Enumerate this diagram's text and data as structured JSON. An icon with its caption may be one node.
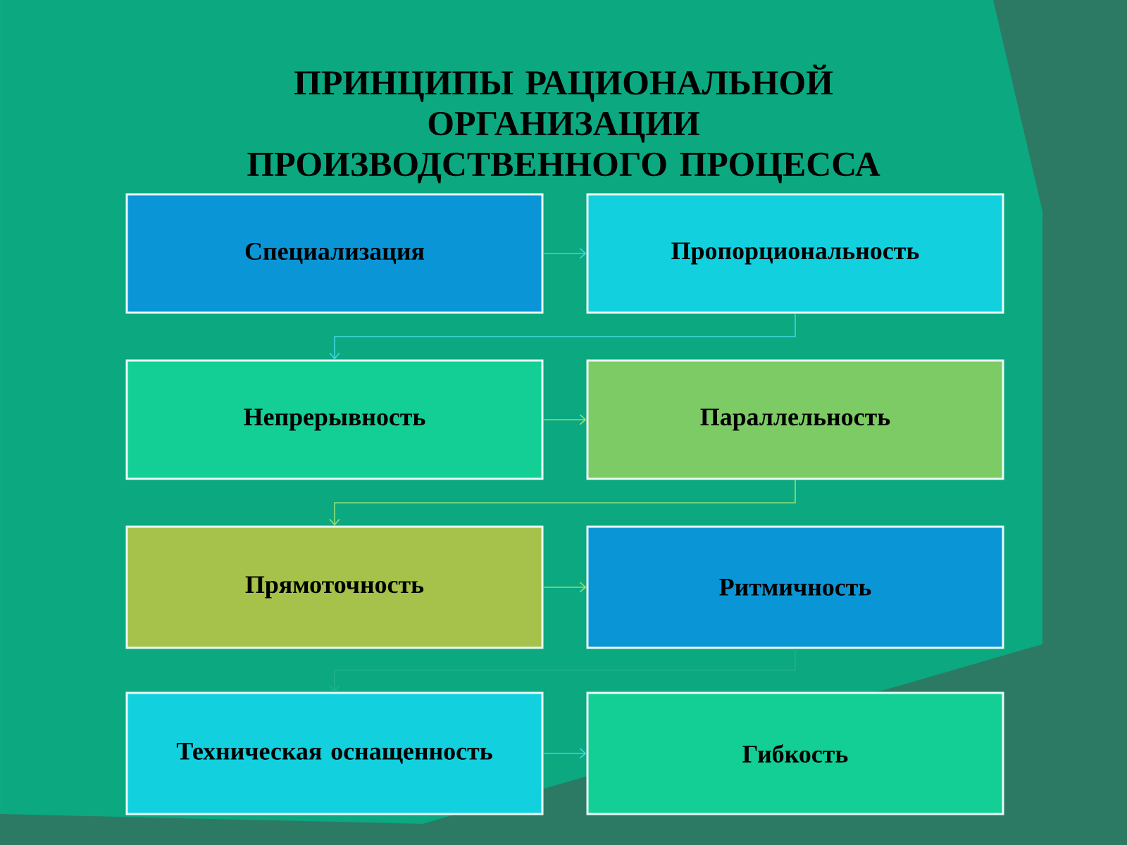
{
  "diagram": {
    "title": "ПРИНЦИПЫ РАЦИОНАЛЬНОЙ ОРГАНИЗАЦИИ ПРОИЗВОДСТВЕННОГО ПРОЦЕССА",
    "nodes": [
      {
        "text": [
          "Специализация"
        ]
      },
      {
        "text": [
          "Пропорциональность"
        ]
      },
      {
        "text": [
          "Непрерывность"
        ]
      },
      {
        "text": [
          "Параллельность"
        ]
      },
      {
        "text": [
          "Прямоточность"
        ]
      },
      {
        "text": [
          "Ритмичность"
        ]
      },
      {
        "text": [
          "Техническая оснащенность"
        ]
      },
      {
        "text": [
          "Гибкость"
        ]
      }
    ],
    "edges": [
      {
        "from": 0,
        "to": 1,
        "arrow": "to",
        "color": "#3fd7e0"
      },
      {
        "from": 1,
        "to": 2,
        "arrow": "to",
        "color": "#3fd7e0"
      },
      {
        "from": 2,
        "to": 3,
        "arrow": "to",
        "color": "#8fe07a"
      },
      {
        "from": 3,
        "to": 4,
        "arrow": "to",
        "color": "#8fe07a"
      },
      {
        "from": 4,
        "to": 5,
        "arrow": "to",
        "color": "#8fe07a"
      },
      {
        "from": 5,
        "to": 6,
        "arrow": "to",
        "color": "#1fb08a"
      },
      {
        "from": 6,
        "to": 7,
        "arrow": "to",
        "color": "#3fd7e0"
      }
    ]
  }
}
